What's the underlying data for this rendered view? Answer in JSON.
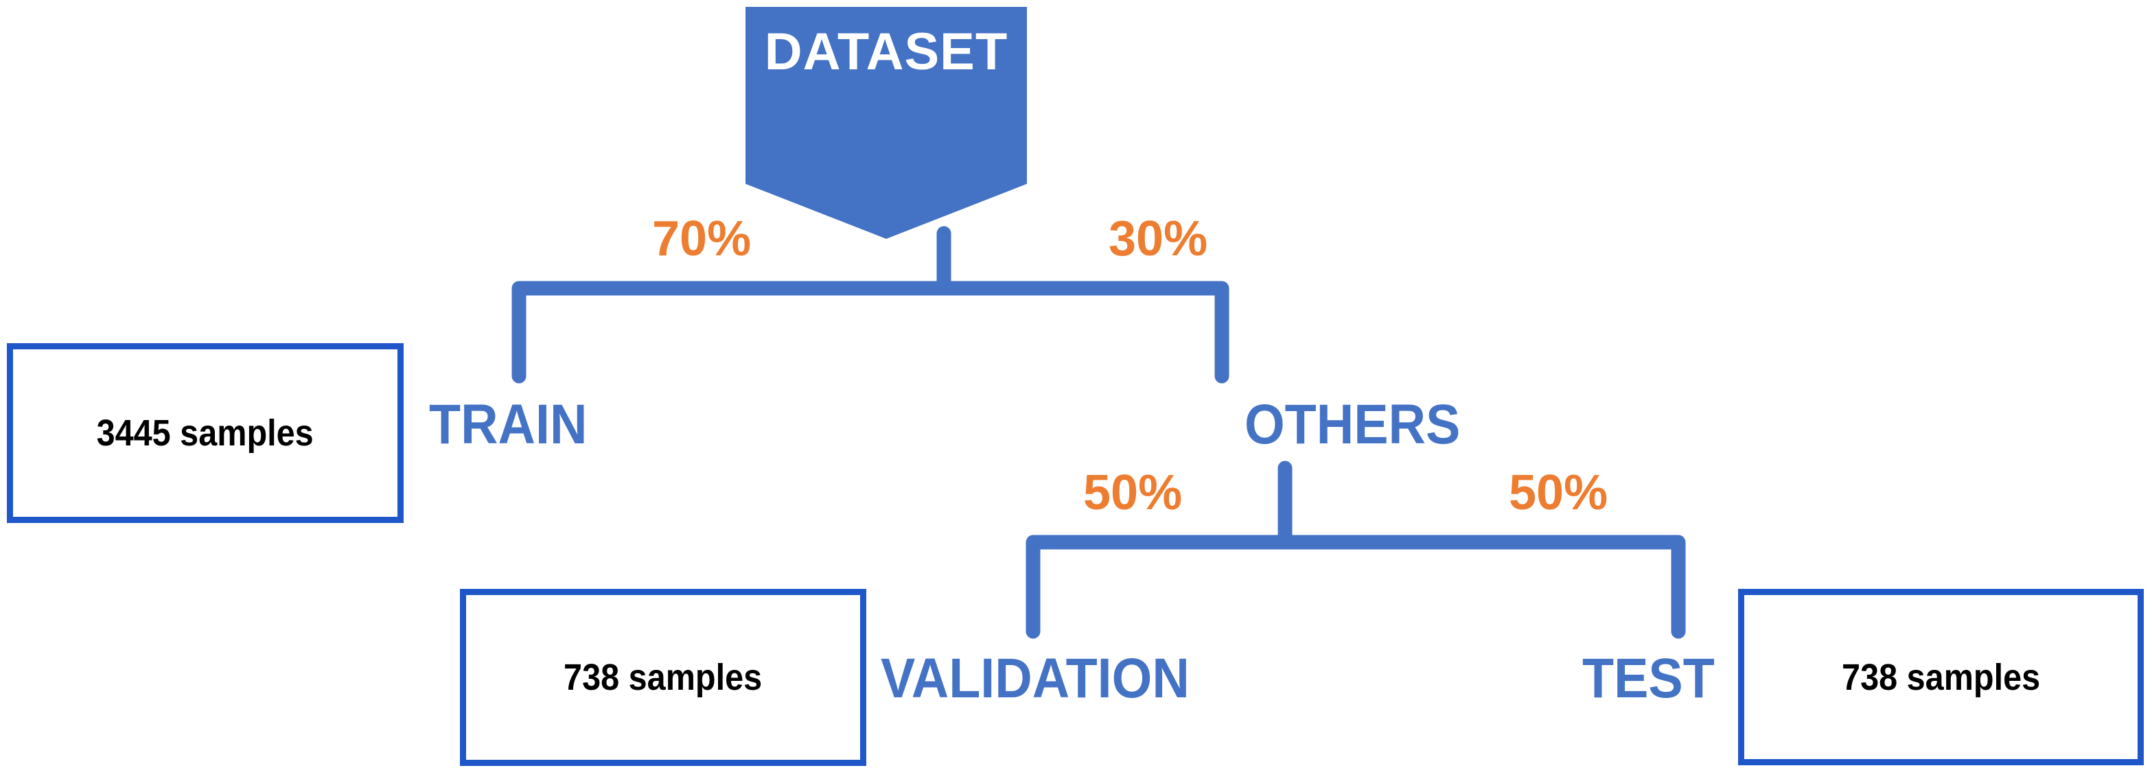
{
  "diagram": {
    "title": "Dataset split flow diagram",
    "colors": {
      "node_blue": "#4472C4",
      "box_border_blue": "#1F56C8",
      "percent_orange": "#ED7D31",
      "node_text_white": "#FFFFFF",
      "sample_text_black": "#000000",
      "background": "#FFFFFF"
    },
    "root": {
      "label": "DATASET"
    },
    "nodes": [
      {
        "id": "train",
        "label": "TRAIN"
      },
      {
        "id": "others",
        "label": "OTHERS"
      },
      {
        "id": "validation",
        "label": "VALIDATION"
      },
      {
        "id": "test",
        "label": "TEST"
      }
    ],
    "percentages": [
      {
        "id": "train-pct",
        "label": "70%"
      },
      {
        "id": "others-pct",
        "label": "30%"
      },
      {
        "id": "validation-pct",
        "label": "50%"
      },
      {
        "id": "test-pct",
        "label": "50%"
      }
    ],
    "sample_boxes": [
      {
        "id": "train-samples",
        "label": "3445 samples"
      },
      {
        "id": "validation-samples",
        "label": "738 samples"
      },
      {
        "id": "test-samples",
        "label": "738 samples"
      }
    ]
  }
}
